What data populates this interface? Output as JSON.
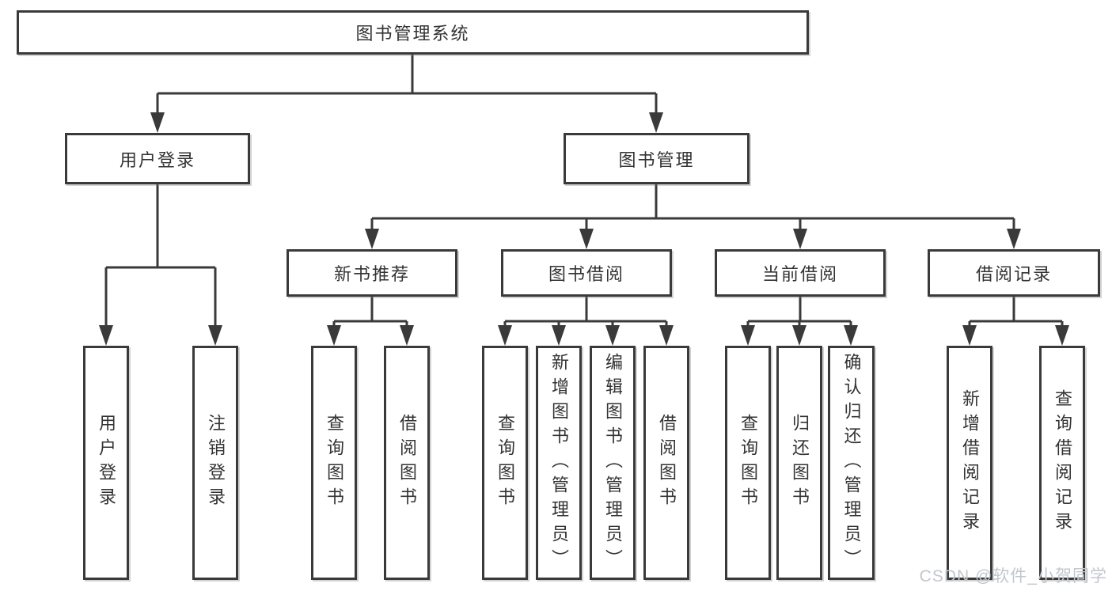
{
  "tree": {
    "root": "图书管理系统",
    "branches": [
      {
        "label": "用户登录",
        "leaves": [
          "用户登录",
          "注销登录"
        ]
      },
      {
        "label": "图书管理",
        "groups": [
          {
            "label": "新书推荐",
            "leaves": [
              "查询图书",
              "借阅图书"
            ]
          },
          {
            "label": "图书借阅",
            "leaves": [
              "查询图书",
              "新增图书（管理员）",
              "编辑图书（管理员）",
              "借阅图书"
            ]
          },
          {
            "label": "当前借阅",
            "leaves": [
              "查询图书",
              "归还图书",
              "确认归还（管理员）"
            ]
          },
          {
            "label": "借阅记录",
            "leaves": [
              "新增借阅记录",
              "查询借阅记录"
            ]
          }
        ]
      }
    ]
  },
  "watermark": "CSDN @软件_小贺同学",
  "colors": {
    "line": "#3a3a3a",
    "box_border": "#3a3a3a",
    "text": "#333333",
    "background": "#ffffff",
    "watermark": "#c2c7cd"
  }
}
